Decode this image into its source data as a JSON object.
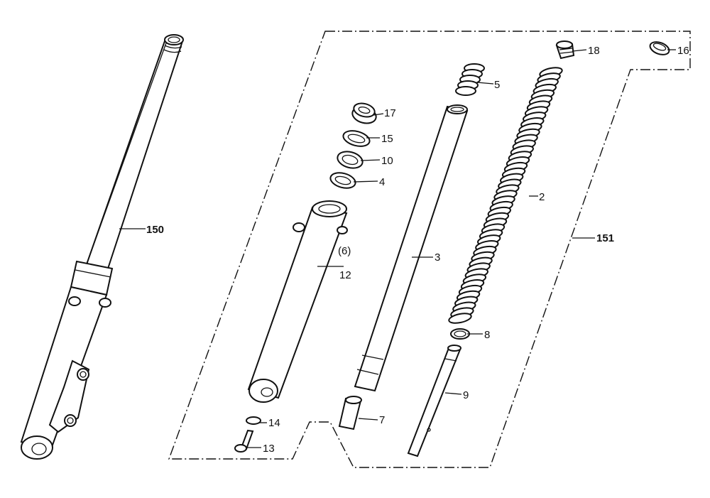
{
  "diagram": {
    "labels": {
      "assembly_left": "150",
      "assembly_right": "151",
      "p2": "2",
      "p3": "3",
      "p4": "4",
      "p5": "5",
      "p6": "(6)",
      "p7": "7",
      "p8": "8",
      "p9": "9",
      "p10": "10",
      "p12": "12",
      "p13": "13",
      "p14": "14",
      "p15": "15",
      "p16": "16",
      "p17": "17",
      "p18": "18"
    }
  }
}
